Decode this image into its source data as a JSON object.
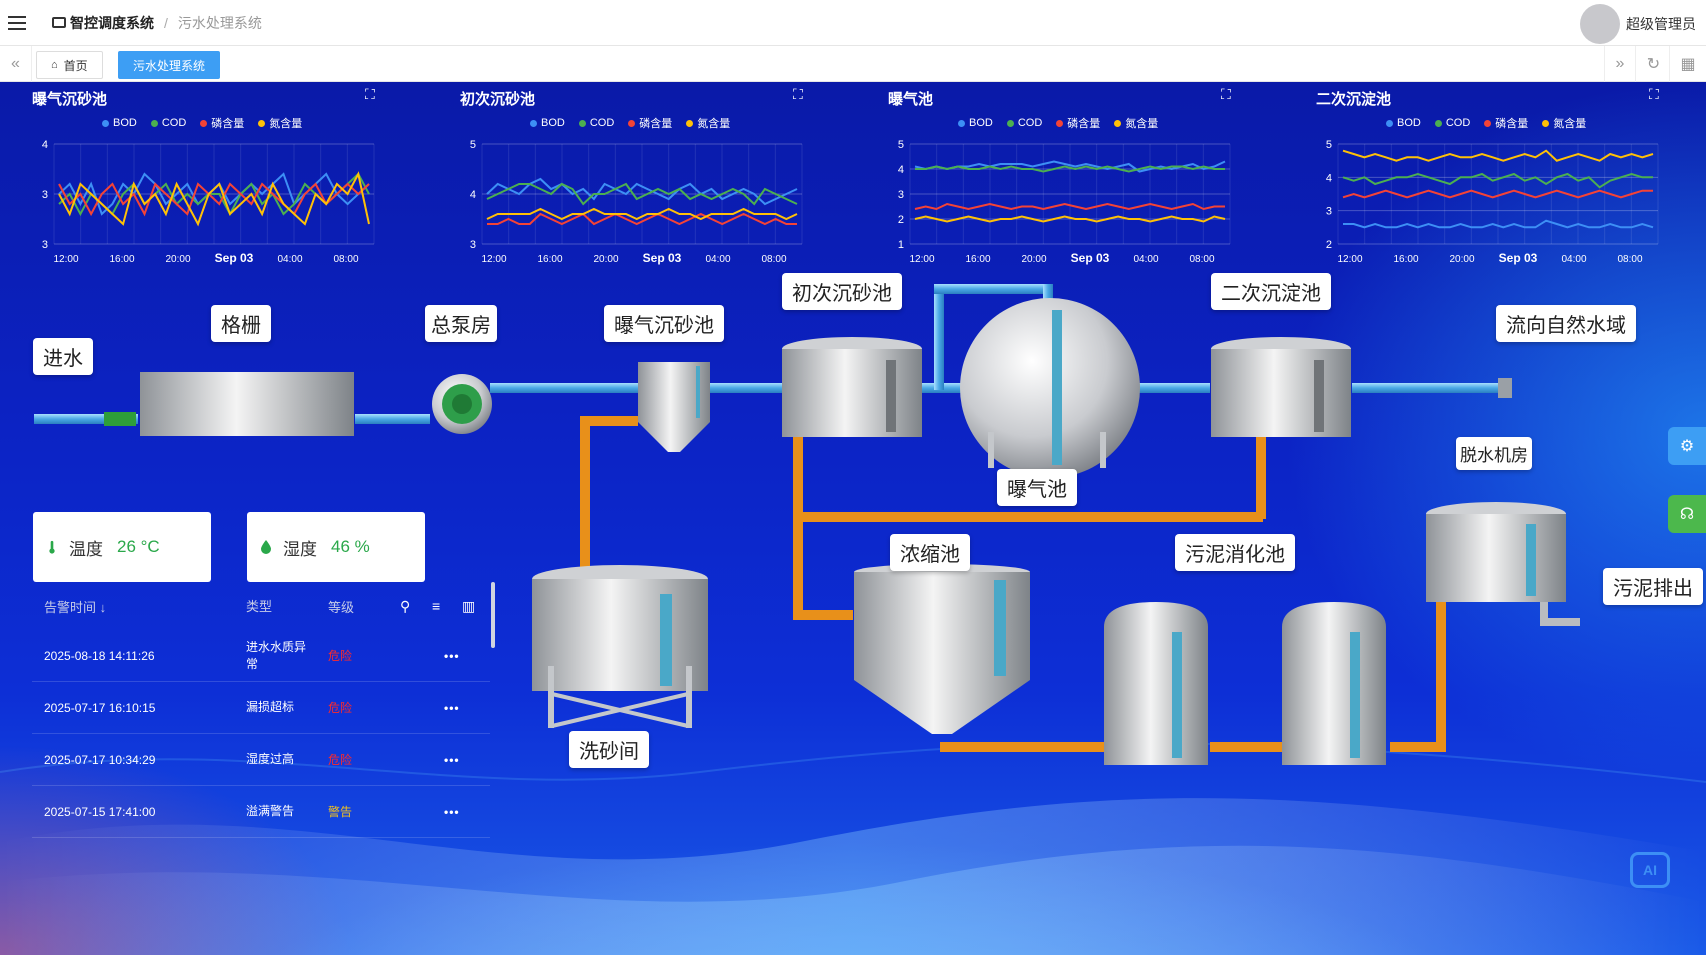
{
  "header": {
    "system_name": "智控调度系统",
    "page_name": "污水处理系统",
    "user_name": "超级管理员"
  },
  "tabs": [
    {
      "label": "首页"
    },
    {
      "label": "污水处理系统"
    }
  ],
  "charts_meta": {
    "legend": [
      "BOD",
      "COD",
      "磷含量",
      "氮含量"
    ],
    "colors": [
      "#3d8ff5",
      "#4caf50",
      "#f44336",
      "#ffc107"
    ]
  },
  "chart_data": [
    {
      "type": "line",
      "title": "曝气沉砂池",
      "x": [
        "12:00",
        "16:00",
        "20:00",
        "Sep 03",
        "04:00",
        "08:00"
      ],
      "ylim": [
        3,
        4
      ],
      "yticks": [
        "4",
        "3",
        "3"
      ],
      "series": [
        {
          "name": "BOD",
          "values": [
            3.5,
            3.6,
            3.4,
            3.6,
            3.3,
            3.4,
            3.6,
            3.5,
            3.7,
            3.6,
            3.4,
            3.5,
            3.6,
            3.4,
            3.5,
            3.6,
            3.4,
            3.5,
            3.6,
            3.5,
            3.6,
            3.7,
            3.4,
            3.5,
            3.6,
            3.7,
            3.5,
            3.4,
            3.5,
            3.6
          ]
        },
        {
          "name": "COD",
          "values": [
            3.4,
            3.5,
            3.3,
            3.5,
            3.4,
            3.3,
            3.5,
            3.6,
            3.4,
            3.5,
            3.6,
            3.4,
            3.5,
            3.4,
            3.5,
            3.5,
            3.3,
            3.5,
            3.6,
            3.4,
            3.5,
            3.3,
            3.4,
            3.6,
            3.5,
            3.4,
            3.5,
            3.6,
            3.7,
            3.5
          ]
        },
        {
          "name": "磷含量",
          "values": [
            3.6,
            3.4,
            3.5,
            3.3,
            3.5,
            3.6,
            3.4,
            3.5,
            3.3,
            3.6,
            3.5,
            3.4,
            3.3,
            3.6,
            3.5,
            3.4,
            3.6,
            3.5,
            3.4,
            3.6,
            3.5,
            3.4,
            3.3,
            3.5,
            3.6,
            3.4,
            3.5,
            3.6,
            3.5,
            3.6
          ]
        },
        {
          "name": "氮含量",
          "values": [
            3.5,
            3.3,
            3.6,
            3.5,
            3.4,
            3.3,
            3.2,
            3.6,
            3.4,
            3.5,
            3.3,
            3.6,
            3.4,
            3.2,
            3.5,
            3.6,
            3.3,
            3.4,
            3.5,
            3.3,
            3.6,
            3.4,
            3.3,
            3.2,
            3.5,
            3.4,
            3.6,
            3.5,
            3.7,
            3.2
          ]
        }
      ]
    },
    {
      "type": "line",
      "title": "初次沉砂池",
      "x": [
        "12:00",
        "16:00",
        "20:00",
        "Sep 03",
        "04:00",
        "08:00"
      ],
      "ylim": [
        3,
        5
      ],
      "yticks": [
        "5",
        "4",
        "3"
      ],
      "series": [
        {
          "name": "BOD",
          "values": [
            4.0,
            4.2,
            4.1,
            4.0,
            4.2,
            4.3,
            4.1,
            4.2,
            4.0,
            4.1,
            3.9,
            4.2,
            4.1,
            4.0,
            4.2,
            4.1,
            4.0,
            3.9,
            4.1,
            4.2,
            4.0,
            4.1,
            3.9,
            4.0,
            4.1,
            4.0,
            3.8,
            3.9,
            4.0,
            4.1
          ]
        },
        {
          "name": "COD",
          "values": [
            3.9,
            4.0,
            4.1,
            4.2,
            4.2,
            4.1,
            4.0,
            4.2,
            4.1,
            3.8,
            4.0,
            4.0,
            4.1,
            4.2,
            3.9,
            4.0,
            4.1,
            4.0,
            4.1,
            3.9,
            4.0,
            3.9,
            4.0,
            4.1,
            4.0,
            3.8,
            4.1,
            4.0,
            3.9,
            3.8
          ]
        },
        {
          "name": "磷含量",
          "values": [
            3.4,
            3.4,
            3.5,
            3.4,
            3.4,
            3.6,
            3.5,
            3.4,
            3.5,
            3.6,
            3.4,
            3.5,
            3.6,
            3.5,
            3.4,
            3.5,
            3.6,
            3.5,
            3.4,
            3.5,
            3.6,
            3.5,
            3.4,
            3.5,
            3.6,
            3.5,
            3.4,
            3.5,
            3.4,
            3.4
          ]
        },
        {
          "name": "氮含量",
          "values": [
            3.5,
            3.6,
            3.6,
            3.6,
            3.6,
            3.7,
            3.6,
            3.5,
            3.6,
            3.6,
            3.7,
            3.6,
            3.6,
            3.6,
            3.5,
            3.6,
            3.6,
            3.7,
            3.6,
            3.6,
            3.5,
            3.6,
            3.6,
            3.6,
            3.7,
            3.6,
            3.6,
            3.6,
            3.5,
            3.6
          ]
        }
      ]
    },
    {
      "type": "line",
      "title": "曝气池",
      "x": [
        "12:00",
        "16:00",
        "20:00",
        "Sep 03",
        "04:00",
        "08:00"
      ],
      "ylim": [
        1,
        5
      ],
      "yticks": [
        "5",
        "4",
        "3",
        "2",
        "1"
      ],
      "series": [
        {
          "name": "BOD",
          "values": [
            4.1,
            4.0,
            4.1,
            4.0,
            4.1,
            4.1,
            4.2,
            4.1,
            4.2,
            4.2,
            4.2,
            4.1,
            4.2,
            4.3,
            4.2,
            4.1,
            4.2,
            4.1,
            4.0,
            4.1,
            4.2,
            3.9,
            4.0,
            4.1,
            4.0,
            4.1,
            4.2,
            4.0,
            4.1,
            4.3
          ]
        },
        {
          "name": "COD",
          "values": [
            4.0,
            4.0,
            4.1,
            4.0,
            4.1,
            4.0,
            4.0,
            4.1,
            4.0,
            4.1,
            4.0,
            4.0,
            3.9,
            4.0,
            4.1,
            4.0,
            4.1,
            4.0,
            4.1,
            4.0,
            3.9,
            4.0,
            4.1,
            4.0,
            4.1,
            4.1,
            4.0,
            4.1,
            4.0,
            4.0
          ]
        },
        {
          "name": "磷含量",
          "values": [
            2.4,
            2.5,
            2.4,
            2.6,
            2.5,
            2.4,
            2.5,
            2.6,
            2.5,
            2.4,
            2.5,
            2.5,
            2.4,
            2.5,
            2.6,
            2.5,
            2.4,
            2.5,
            2.6,
            2.5,
            2.4,
            2.5,
            2.6,
            2.5,
            2.4,
            2.5,
            2.6,
            2.4,
            2.5,
            2.5
          ]
        },
        {
          "name": "氮含量",
          "values": [
            2.0,
            2.1,
            2.0,
            1.9,
            2.0,
            2.1,
            2.0,
            1.9,
            2.0,
            2.0,
            2.1,
            2.0,
            1.9,
            2.0,
            2.1,
            2.0,
            2.0,
            1.9,
            2.0,
            2.1,
            2.0,
            2.0,
            1.9,
            2.0,
            2.1,
            2.0,
            2.0,
            1.9,
            2.1,
            2.0
          ]
        }
      ]
    },
    {
      "type": "line",
      "title": "二次沉淀池",
      "x": [
        "12:00",
        "16:00",
        "20:00",
        "Sep 03",
        "04:00",
        "08:00"
      ],
      "ylim": [
        2,
        5
      ],
      "yticks": [
        "5",
        "4",
        "3",
        "2"
      ],
      "series": [
        {
          "name": "BOD",
          "values": [
            2.6,
            2.6,
            2.5,
            2.6,
            2.5,
            2.5,
            2.6,
            2.5,
            2.6,
            2.5,
            2.5,
            2.6,
            2.5,
            2.5,
            2.6,
            2.5,
            2.6,
            2.5,
            2.5,
            2.7,
            2.6,
            2.5,
            2.6,
            2.5,
            2.5,
            2.6,
            2.5,
            2.5,
            2.6,
            2.5
          ]
        },
        {
          "name": "COD",
          "values": [
            4.0,
            3.9,
            4.0,
            3.8,
            3.9,
            4.0,
            4.0,
            4.1,
            4.0,
            3.9,
            3.8,
            4.0,
            4.0,
            4.1,
            3.9,
            4.0,
            4.1,
            3.9,
            4.0,
            3.8,
            4.0,
            4.1,
            3.9,
            4.0,
            3.7,
            3.9,
            4.0,
            4.1,
            4.0,
            4.0
          ]
        },
        {
          "name": "磷含量",
          "values": [
            3.4,
            3.5,
            3.4,
            3.5,
            3.6,
            3.5,
            3.4,
            3.5,
            3.6,
            3.5,
            3.4,
            3.5,
            3.6,
            3.5,
            3.4,
            3.5,
            3.6,
            3.5,
            3.4,
            3.5,
            3.6,
            3.5,
            3.4,
            3.5,
            3.6,
            3.5,
            3.4,
            3.5,
            3.6,
            3.6
          ]
        },
        {
          "name": "氮含量",
          "values": [
            4.8,
            4.7,
            4.6,
            4.7,
            4.6,
            4.5,
            4.6,
            4.6,
            4.5,
            4.6,
            4.7,
            4.6,
            4.6,
            4.7,
            4.6,
            4.5,
            4.6,
            4.7,
            4.6,
            4.8,
            4.5,
            4.6,
            4.7,
            4.6,
            4.5,
            4.7,
            4.6,
            4.7,
            4.6,
            4.7
          ]
        }
      ]
    }
  ],
  "process_labels": {
    "inlet": "进水",
    "grid": "格栅",
    "pump_room": "总泵房",
    "aerated_grit": "曝气沉砂池",
    "primary_grit": "初次沉砂池",
    "aeration": "曝气池",
    "secondary": "二次沉淀池",
    "outflow": "流向自然水域",
    "dewatering": "脱水机房",
    "thickening": "浓缩池",
    "digestion": "污泥消化池",
    "sand_wash": "洗砂间",
    "sludge_out": "污泥排出"
  },
  "env": {
    "temp_label": "温度",
    "temp_value": "26 °C",
    "hum_label": "湿度",
    "hum_value": "46 %"
  },
  "alarm_table": {
    "headers": {
      "time": "告警时间",
      "type": "类型",
      "level": "等级"
    },
    "rows": [
      {
        "time": "2025-08-18 14:11:26",
        "type": "进水水质异常",
        "level": "危险",
        "level_class": "danger",
        "more": "•••"
      },
      {
        "time": "2025-07-17 16:10:15",
        "type": "漏损超标",
        "level": "危险",
        "level_class": "danger",
        "more": "•••"
      },
      {
        "time": "2025-07-17 10:34:29",
        "type": "湿度过高",
        "level": "危险",
        "level_class": "danger",
        "more": "•••"
      },
      {
        "time": "2025-07-15 17:41:00",
        "type": "溢满警告",
        "level": "警告",
        "level_class": "warn",
        "more": "•••"
      }
    ]
  },
  "ai_badge": "AI"
}
